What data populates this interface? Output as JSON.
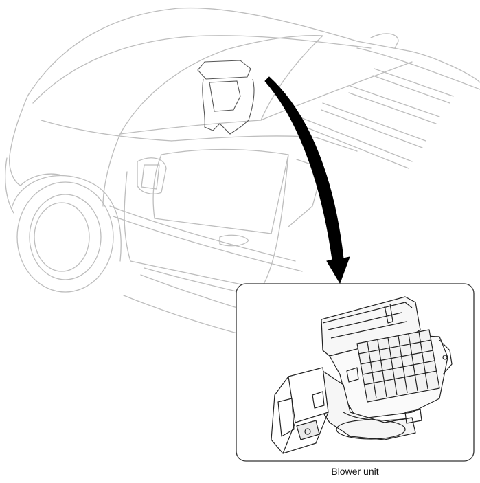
{
  "caption": "Blower unit",
  "colors": {
    "car_outline": "#bdbdbd",
    "component_outline": "#222222",
    "arrow": "#000000",
    "callout_border": "#333333"
  },
  "icons": [
    "car-outline-drawing",
    "blower-unit-drawing",
    "callout-arrow"
  ]
}
